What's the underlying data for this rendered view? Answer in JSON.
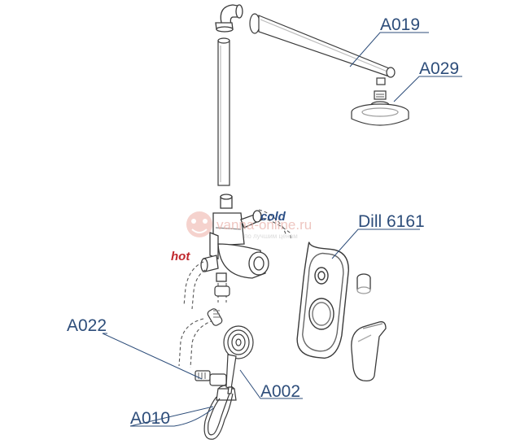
{
  "labels": {
    "a019": "A019",
    "a029": "A029",
    "dill": "Dill 6161",
    "a022": "A022",
    "a002": "A002",
    "a010": "A010"
  },
  "temps": {
    "cold": "cold",
    "hot": "hot"
  },
  "watermark": {
    "site": "vanna-online.ru",
    "tagline": "по лучшим ценам"
  },
  "colors": {
    "label": "#2d4d7a",
    "cold": "#2c4f86",
    "hot": "#c0282d",
    "line": "#3a3a3a",
    "leader": "#2d4d7a"
  }
}
